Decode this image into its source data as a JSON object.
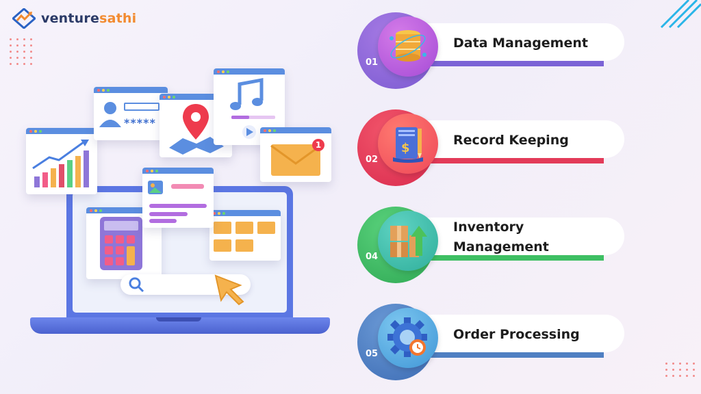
{
  "brand": {
    "name_part1": "venture",
    "name_part2": "sathi"
  },
  "colors": {
    "brand_navy": "#2b3a67",
    "brand_orange": "#f28b30",
    "laptop_blue": "#5b76e3",
    "window_bar": "#5b8ee0"
  },
  "illustration": {
    "password_mask": "*****",
    "notification_count": "1"
  },
  "items": [
    {
      "number": "01",
      "label": "Data Management",
      "icon": "database-icon",
      "color": "#7b63d6",
      "accent": "#b26de0"
    },
    {
      "number": "02",
      "label": "Record Keeping",
      "icon": "ledger-icon",
      "color": "#e33b59",
      "accent": "#f1565f"
    },
    {
      "number": "04",
      "label": "Inventory Management",
      "icon": "boxes-icon",
      "color": "#3ebf63",
      "accent": "#38b7a5"
    },
    {
      "number": "05",
      "label": "Order Processing",
      "icon": "gear-clock-icon",
      "color": "#4f7fc2",
      "accent": "#5ab0e6"
    }
  ]
}
